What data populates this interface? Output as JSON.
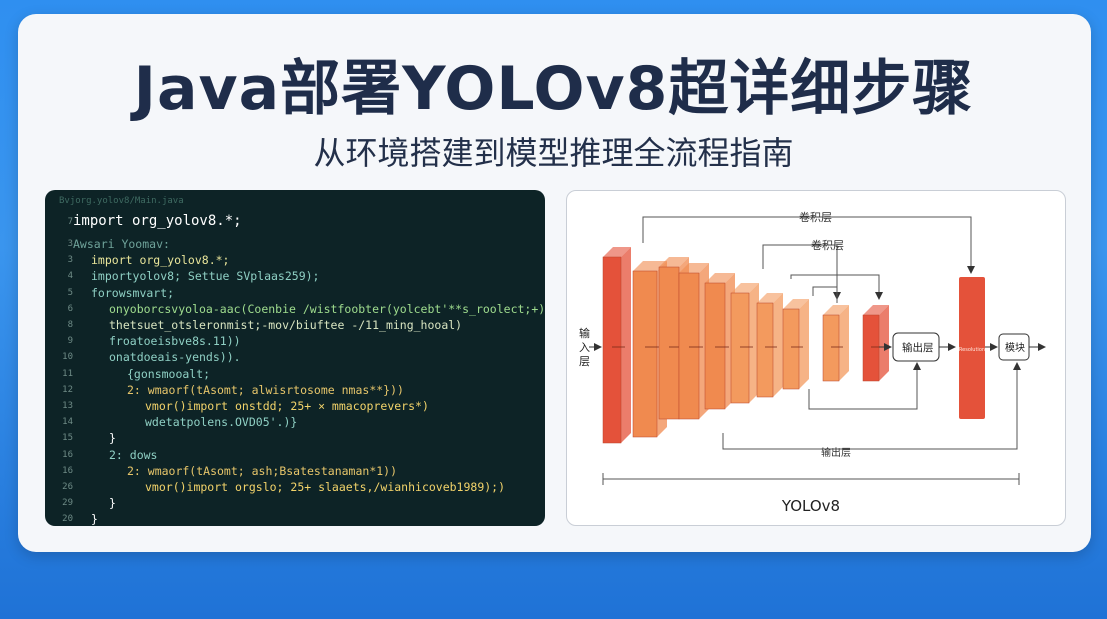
{
  "title": "Java部署YOLOv8超详细步骤",
  "subtitle": "从环境搭建到模型推理全流程指南",
  "code": {
    "header": "Bvjorg.yolov8/Main.java",
    "lines": [
      {
        "n": "7",
        "text": "import org_yolov8.*;",
        "color": "#ffffff",
        "indent": 0,
        "big": true
      },
      {
        "n": "3",
        "text": "Awsari Yoomav:",
        "color": "#6fa39a",
        "indent": 0
      },
      {
        "n": "3",
        "text": "import org_yolov8.*;",
        "color": "#e9e59a",
        "indent": 1
      },
      {
        "n": "4",
        "text": "importyolov8; Settue SVplaas259);",
        "color": "#8fd0c4",
        "indent": 1
      },
      {
        "n": "5",
        "text": "forowsmvart;",
        "color": "#8fd0c4",
        "indent": 1
      },
      {
        "n": "6",
        "text": "onyoborcsvyoloa-aac(Coenbie /wistfoobter(yolcebt'**s_roolect;+))",
        "color": "#9fdc8e",
        "indent": 2
      },
      {
        "n": "8",
        "text": "thetsuet_otsleronmist;-mov/biuftee -/11_ming_hooal)",
        "color": "#d8e4c0",
        "indent": 2
      },
      {
        "n": "9",
        "text": "froatoeisbve8s.11))",
        "color": "#8fd0c4",
        "indent": 2
      },
      {
        "n": "10",
        "text": "onatdoeais-yends)).",
        "color": "#8fd0c4",
        "indent": 2
      },
      {
        "n": "11",
        "text": "{gonsmooalt;",
        "color": "#8fd0c4",
        "indent": 3
      },
      {
        "n": "12",
        "text": "2: wmaorf(tAsomt; alwisrtosome nmas**}))",
        "color": "#e6c56a",
        "indent": 3
      },
      {
        "n": "13",
        "text": "vmor()import onstdd; 25+ × mmacoprevers*)",
        "color": "#f2d36a",
        "indent": 4
      },
      {
        "n": "14",
        "text": "wdetatpolens.OVD05'.)}",
        "color": "#8fd0c4",
        "indent": 4
      },
      {
        "n": "15",
        "text": "}",
        "color": "#ffffff",
        "indent": 2
      },
      {
        "n": "16",
        "text": "2: dows",
        "color": "#8fd0c4",
        "indent": 2
      },
      {
        "n": "16",
        "text": "2: wmaorf(tAsomt; ash;Bsatestanaman*1))",
        "color": "#e6c56a",
        "indent": 3
      },
      {
        "n": "26",
        "text": "vmor()import orgslo; 25+ slaaets,/wianhicoveb1989);)",
        "color": "#f2d36a",
        "indent": 4
      },
      {
        "n": "29",
        "text": "}",
        "color": "#ffffff",
        "indent": 2
      },
      {
        "n": "20",
        "text": "}",
        "color": "#ffffff",
        "indent": 1
      }
    ]
  },
  "diagram": {
    "label_conv_top": "卷积层",
    "label_conv_mid": "卷积层",
    "label_input": "输入层",
    "label_output_box": "输出层",
    "label_module": "模块",
    "label_output_bottom": "输出层",
    "label_model": "YOLOv8",
    "block_text": "Resolution",
    "colors": {
      "red": "#e4523a",
      "orange": "#f08a4f",
      "light_orange": "#f39a5e"
    }
  }
}
